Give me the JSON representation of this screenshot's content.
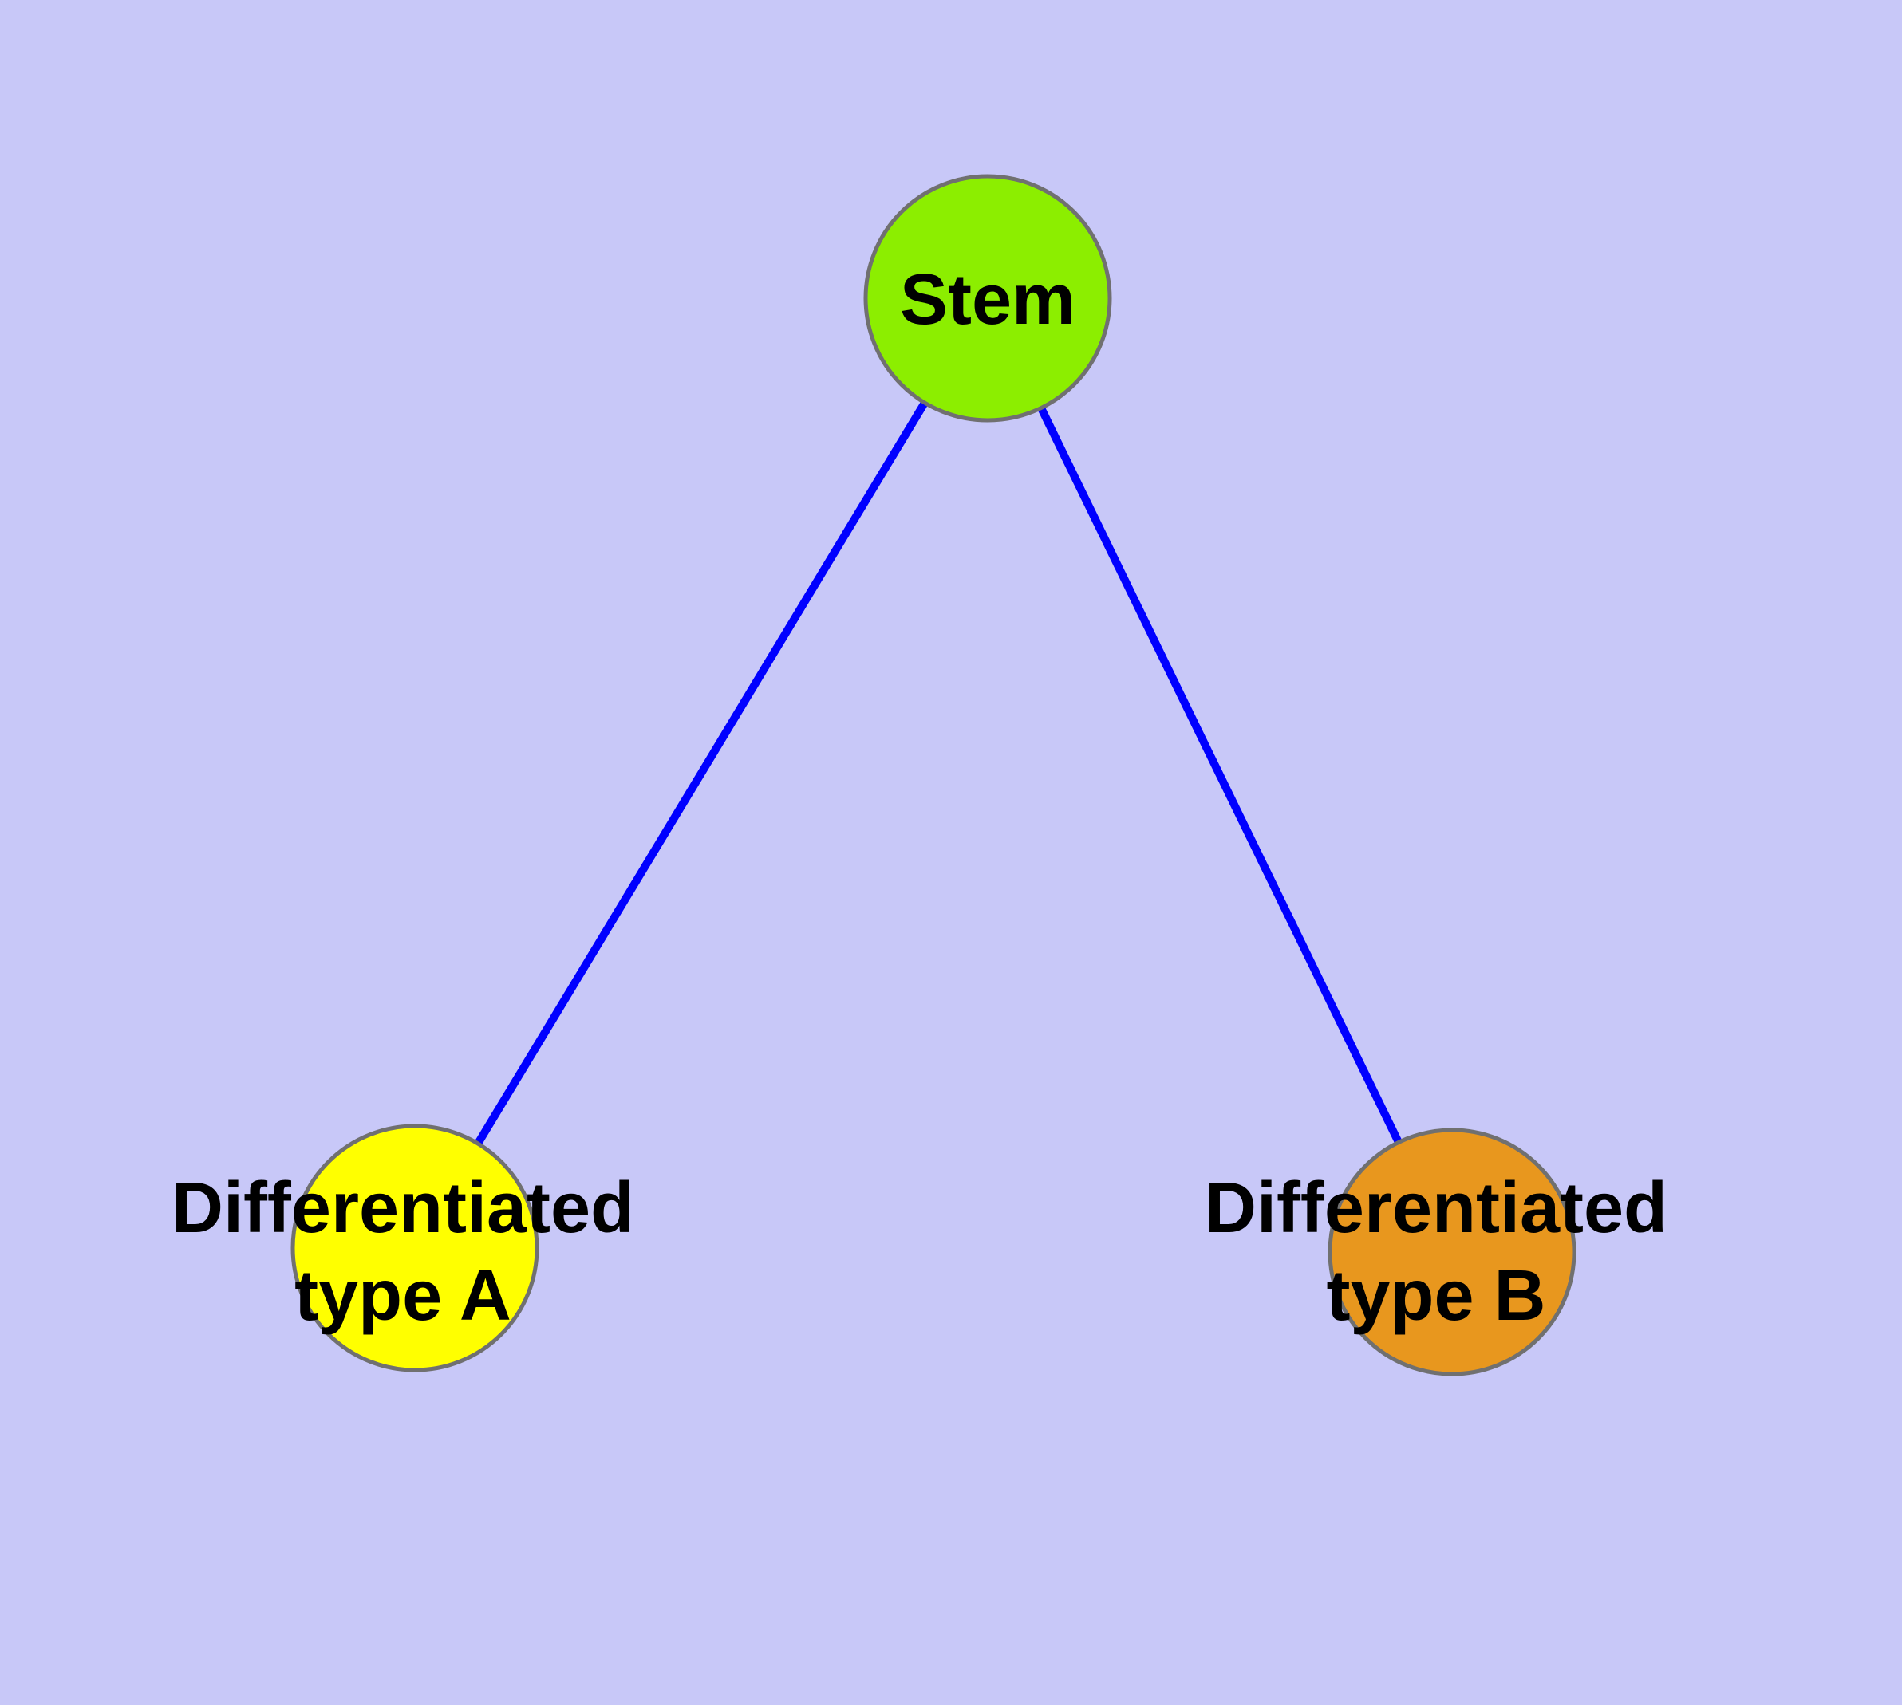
{
  "canvas": {
    "background_color": "#C8C8F8"
  },
  "diagram": {
    "type": "node-link-graph",
    "description": "Stem cell differentiation diagram: a stem node linked to two differentiated cell type nodes",
    "text_color": "#000000",
    "node_border_color": "#707070",
    "nodes": [
      {
        "id": "stem",
        "label": "Stem",
        "fill_color": "#8CEE00",
        "border_color": "#707070"
      },
      {
        "id": "typeA",
        "label": "Differentiated type A",
        "label_lines": [
          "Differentiated",
          "type A"
        ],
        "fill_color": "#FFFF00",
        "border_color": "#707070"
      },
      {
        "id": "typeB",
        "label": "Differentiated type B",
        "label_lines": [
          "Differentiated",
          "type B"
        ],
        "fill_color": "#E8971E",
        "border_color": "#707070"
      }
    ],
    "edges": [
      {
        "from": "stem",
        "to": "typeA",
        "color": "#0000FF"
      },
      {
        "from": "stem",
        "to": "typeB",
        "color": "#0000FF"
      }
    ]
  }
}
